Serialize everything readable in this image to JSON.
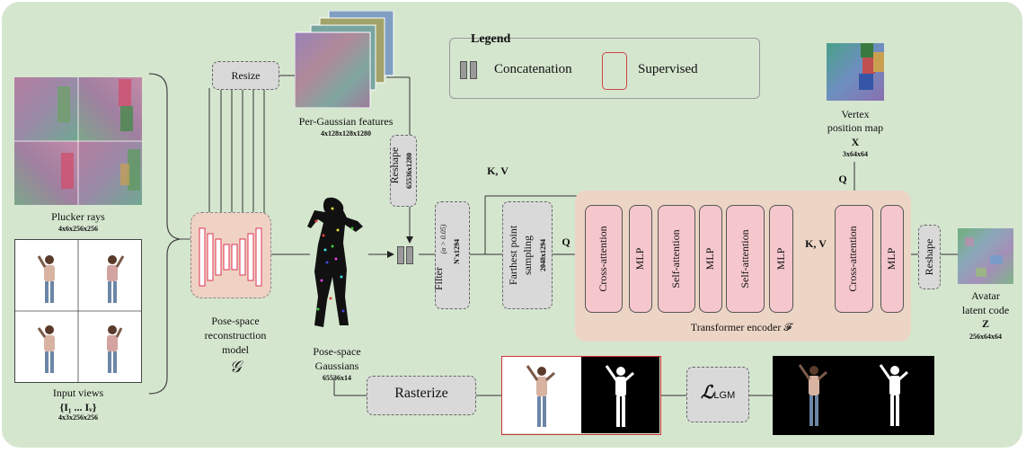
{
  "legend": {
    "title": "Legend",
    "concatenation": "Concatenation",
    "supervised": "Supervised"
  },
  "inputs": {
    "plucker_label": "Plucker rays",
    "plucker_dims": "4x6x256x256",
    "views_label": "Input views",
    "views_formula": "{I₁ ... Iᵥ}",
    "views_dims": "4x3x256x256"
  },
  "recon": {
    "resize": "Resize",
    "model_line1": "Pose-space",
    "model_line2": "reconstruction",
    "model_line3": "model",
    "model_symbol": "𝒢"
  },
  "features": {
    "label": "Per-Gaussian features",
    "dims": "4x128x128x1280",
    "reshape": "Reshape",
    "reshape_dims": "65536x1280"
  },
  "gaussians": {
    "line1": "Pose-space",
    "line2": "Gaussians",
    "dims": "65536x14"
  },
  "pipeline": {
    "kv_top": "K, V",
    "filter": "Filter",
    "filter_cond": "(α > 0.05)",
    "filter_dims": "N'x1294",
    "fps_line1": "Farthest point",
    "fps_line2": "sampling",
    "fps_dims": "2048x1294",
    "q_left": "Q",
    "kv_mid": "K, V",
    "q_top": "Q"
  },
  "encoder": {
    "blocks": [
      "Cross-attention",
      "MLP",
      "Self-attention",
      "MLP",
      "Self-attention",
      "MLP"
    ],
    "blocks2": [
      "Cross-attention",
      "MLP"
    ],
    "label": "Transformer encoder 𝓕"
  },
  "vertex": {
    "line1": "Vertex",
    "line2": "position map",
    "symbol": "X",
    "dims": "3x64x64"
  },
  "output": {
    "reshape": "Reshape",
    "line1": "Avatar",
    "line2": "latent code",
    "symbol": "Z",
    "dims": "256x64x64"
  },
  "render": {
    "rasterize": "Rasterize",
    "loss": "ℒ",
    "loss_sub": "LGM"
  }
}
